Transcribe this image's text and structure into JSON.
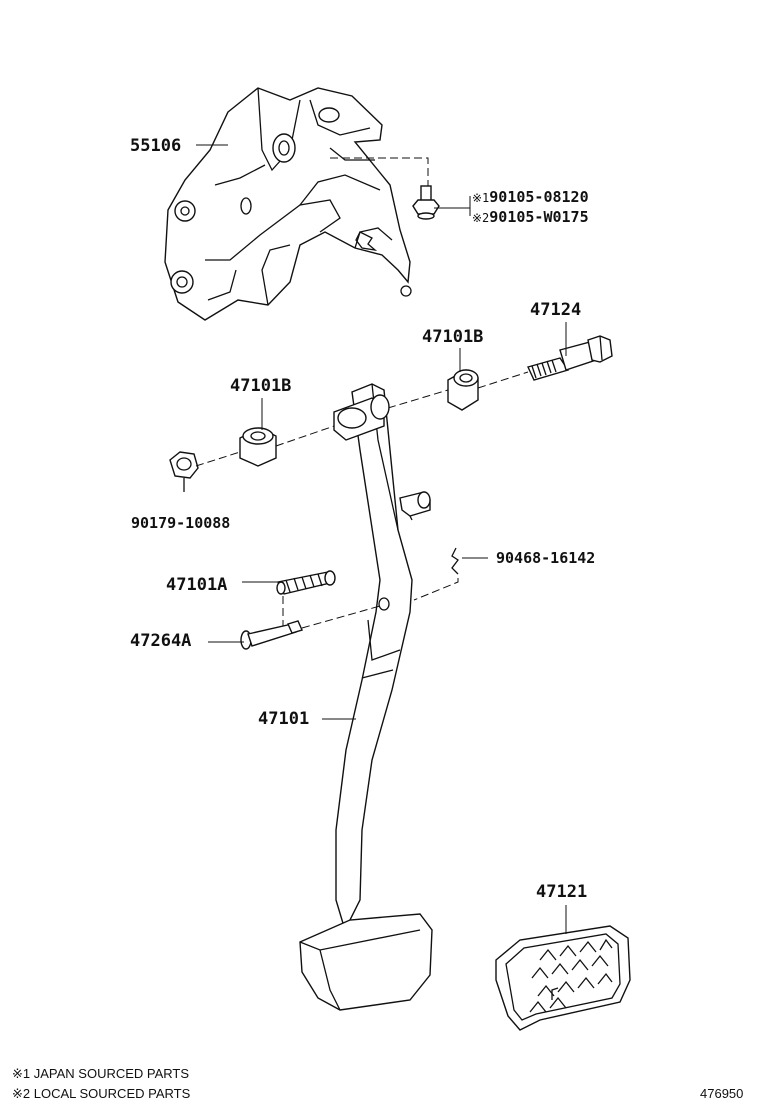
{
  "parts": {
    "bracket": "55106",
    "bolt_japan_mark": "※1",
    "bolt_japan": "90105-08120",
    "bolt_local_mark": "※2",
    "bolt_local": "90105-W0175",
    "bolt_47124": "47124",
    "bushing_right": "47101B",
    "bushing_left": "47101B",
    "nut": "90179-10088",
    "clip": "90468-16142",
    "spring": "47101A",
    "pin": "47264A",
    "pedal_arm": "47101",
    "pedal_pad": "47121"
  },
  "notes": {
    "japan": "※1 JAPAN SOURCED PARTS",
    "local": "※2 LOCAL SOURCED PARTS"
  },
  "diagram_id": "476950"
}
